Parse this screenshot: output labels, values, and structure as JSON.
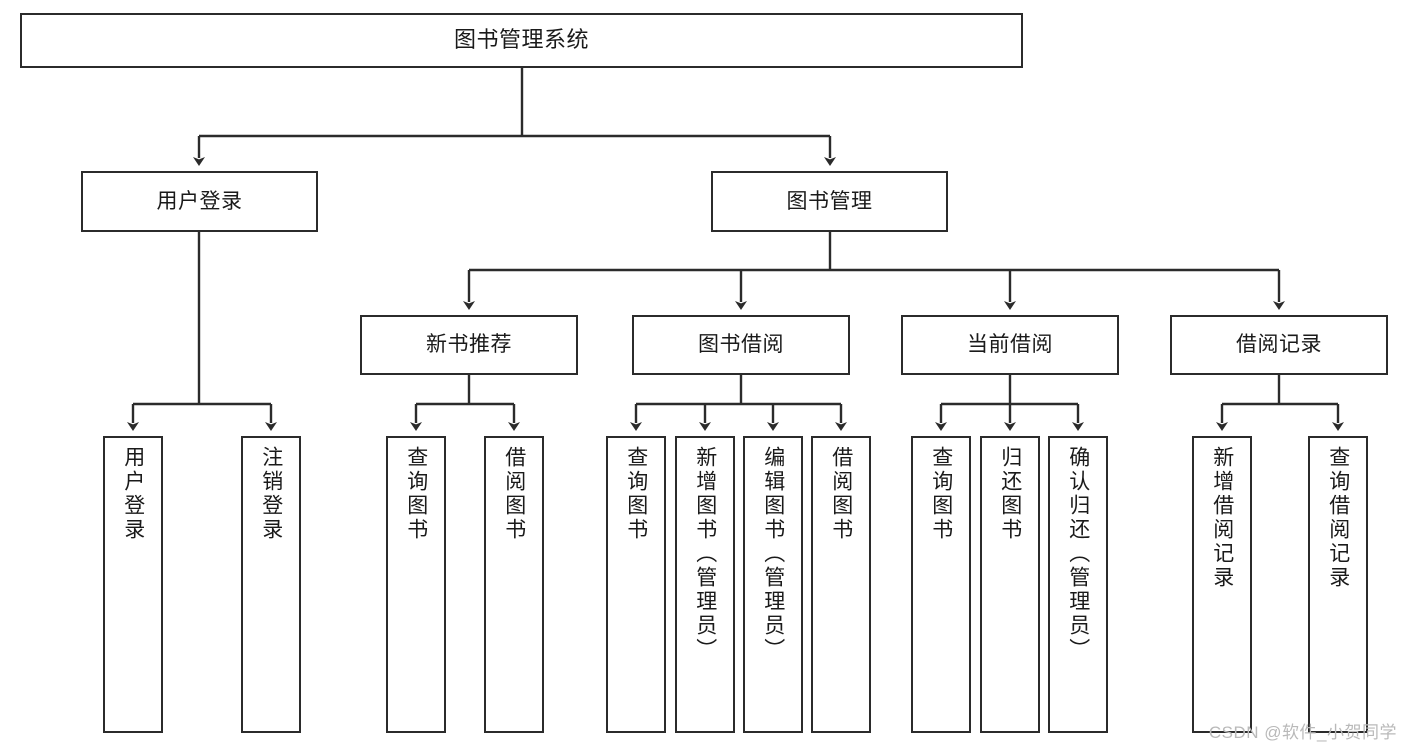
{
  "diagram": {
    "title": "图书管理系统",
    "type": "tree-hierarchy-chart",
    "root": {
      "id": "root",
      "label": "图书管理系统"
    },
    "level2": [
      {
        "id": "user-login",
        "label": "用户登录"
      },
      {
        "id": "book-manage",
        "label": "图书管理"
      }
    ],
    "level3": [
      {
        "id": "new-book-rec",
        "label": "新书推荐",
        "parent": "book-manage"
      },
      {
        "id": "book-borrow",
        "label": "图书借阅",
        "parent": "book-manage"
      },
      {
        "id": "current-borrow",
        "label": "当前借阅",
        "parent": "book-manage"
      },
      {
        "id": "borrow-record",
        "label": "借阅记录",
        "parent": "book-manage"
      }
    ],
    "leaves": [
      {
        "id": "leaf-user-login",
        "label": "用户登录",
        "parent": "user-login"
      },
      {
        "id": "leaf-user-logout",
        "label": "注销登录",
        "parent": "user-login"
      },
      {
        "id": "leaf-query-book-1",
        "label": "查询图书",
        "parent": "new-book-rec"
      },
      {
        "id": "leaf-borrow-book-1",
        "label": "借阅图书",
        "parent": "new-book-rec"
      },
      {
        "id": "leaf-query-book-2",
        "label": "查询图书",
        "parent": "book-borrow"
      },
      {
        "id": "leaf-add-book",
        "label": "新增图书（管理员）",
        "parent": "book-borrow"
      },
      {
        "id": "leaf-edit-book",
        "label": "编辑图书（管理员）",
        "parent": "book-borrow"
      },
      {
        "id": "leaf-borrow-book-2",
        "label": "借阅图书",
        "parent": "book-borrow"
      },
      {
        "id": "leaf-query-book-3",
        "label": "查询图书",
        "parent": "current-borrow"
      },
      {
        "id": "leaf-return-book",
        "label": "归还图书",
        "parent": "current-borrow"
      },
      {
        "id": "leaf-confirm-return",
        "label": "确认归还（管理员）",
        "parent": "current-borrow"
      },
      {
        "id": "leaf-add-record",
        "label": "新增借阅记录",
        "parent": "borrow-record"
      },
      {
        "id": "leaf-query-record",
        "label": "查询借阅记录",
        "parent": "borrow-record"
      }
    ],
    "colors": {
      "stroke": "#2b2b2b",
      "fill": "#ffffff",
      "text": "#1a1a1a",
      "watermark": "#b9b9b9"
    }
  },
  "watermark": {
    "text": "CSDN @软件_小贺同学"
  }
}
